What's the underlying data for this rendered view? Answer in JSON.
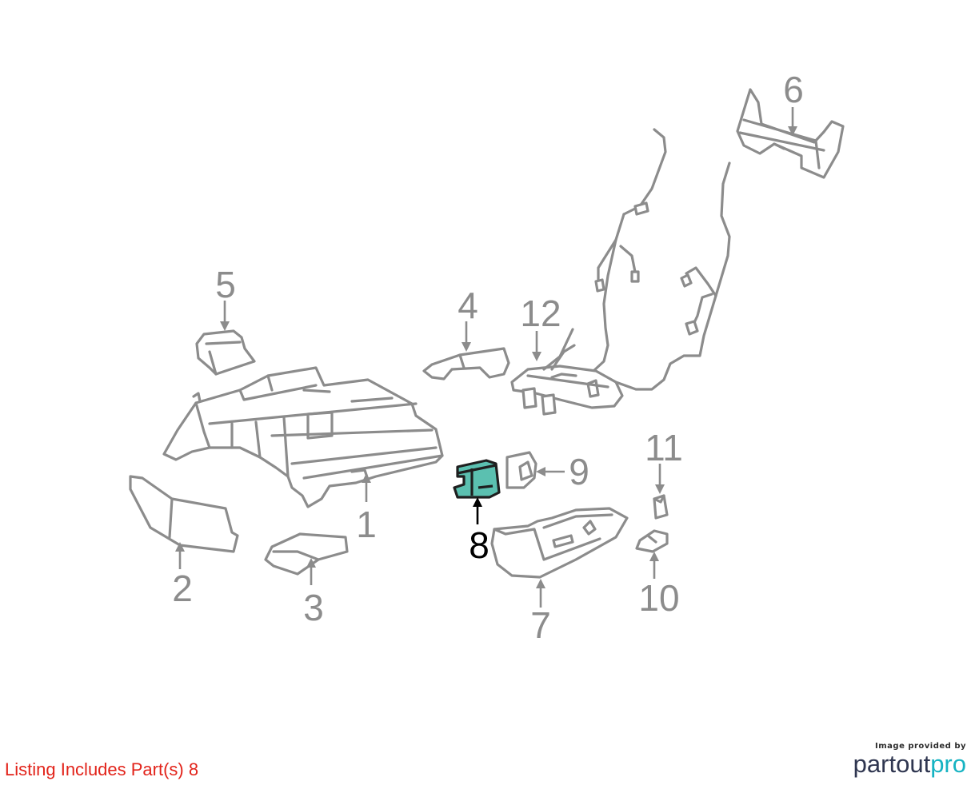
{
  "diagram": {
    "callouts": [
      "1",
      "2",
      "3",
      "4",
      "5",
      "6",
      "7",
      "8",
      "9",
      "10",
      "11",
      "12"
    ],
    "highlighted_part": "8",
    "colors": {
      "outline": "#8c8c8c",
      "highlight_fill": "#5bc0b0",
      "highlight_label": "#000000"
    }
  },
  "footer": {
    "listing_note": "Listing Includes Part(s) 8",
    "listing_note_color": "#e2231a"
  },
  "logo": {
    "caption": "Image provided by",
    "brand_main": "partout",
    "brand_accent": "pro",
    "colors": {
      "main": "#2f3650",
      "accent": "#16b3c2"
    }
  }
}
